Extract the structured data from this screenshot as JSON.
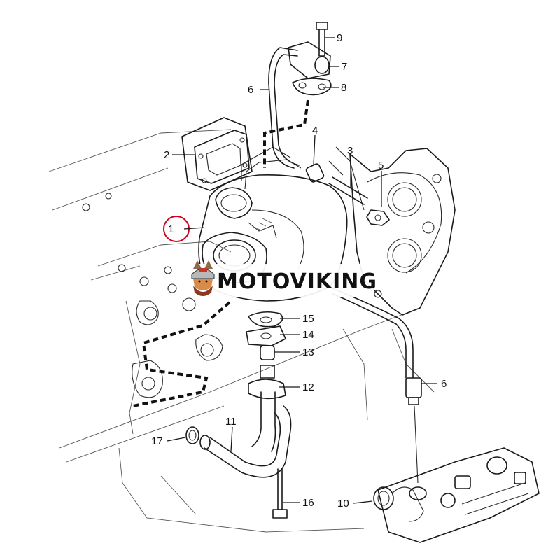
{
  "brand": {
    "name": "MOTOVIKING",
    "logo_icon": "viking-head-icon"
  },
  "highlight": {
    "color": "#d0021b",
    "part": "1"
  },
  "callouts": [
    "1",
    "2",
    "3",
    "4",
    "5",
    "6",
    "7",
    "8",
    "9",
    "10",
    "11",
    "12",
    "13",
    "14",
    "15",
    "16",
    "17",
    "6"
  ]
}
